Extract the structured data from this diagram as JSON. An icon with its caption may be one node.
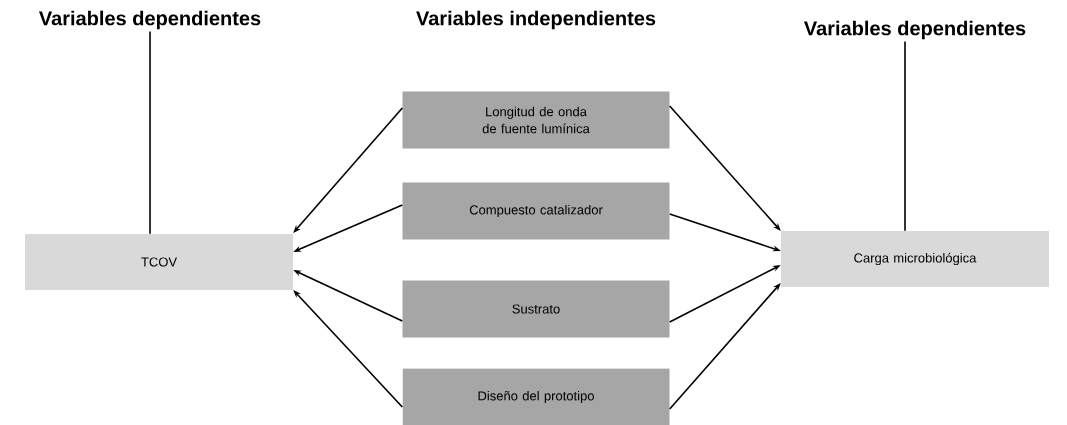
{
  "diagram": {
    "nodes": [
      {
        "text": [
          "Variables dependientes"
        ]
      },
      {
        "text": [
          "Variables dependientes"
        ]
      },
      {
        "text": [
          "TCOV"
        ]
      },
      {
        "text": [
          "Longitud de onda de fuente lumínica"
        ]
      },
      {
        "text": [
          "Compuesto catalizador"
        ]
      },
      {
        "text": [
          "Sustrato"
        ]
      },
      {
        "text": [
          "Diseño del prototipo"
        ]
      },
      {
        "text": [
          "Carga microbiológica"
        ]
      }
    ],
    "edges": [
      {
        "from": 0,
        "to": 2,
        "arrow": "none"
      },
      {
        "from": 1,
        "to": 7,
        "arrow": "none"
      },
      {
        "from": 3,
        "to": 2,
        "arrow": "to"
      },
      {
        "from": 4,
        "to": 2,
        "arrow": "to"
      },
      {
        "from": 5,
        "to": 2,
        "arrow": "to"
      },
      {
        "from": 6,
        "to": 2,
        "arrow": "to"
      },
      {
        "from": 3,
        "to": 7,
        "arrow": "to"
      },
      {
        "from": 4,
        "to": 7,
        "arrow": "to"
      },
      {
        "from": 5,
        "to": 7,
        "arrow": "to"
      },
      {
        "from": 6,
        "to": 7,
        "arrow": "to"
      }
    ],
    "labels": [
      "Variables independientes"
    ]
  }
}
